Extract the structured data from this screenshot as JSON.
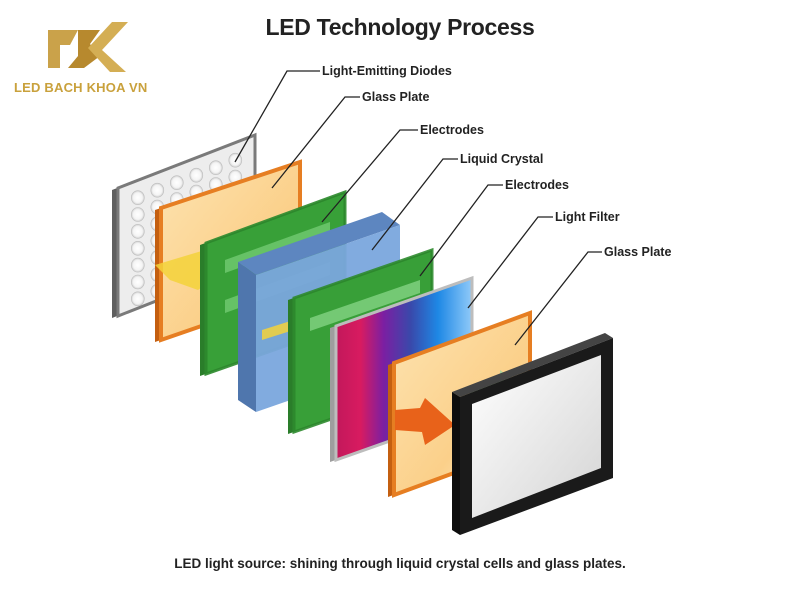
{
  "title": "LED Technology Process",
  "caption": "LED light source: shining through liquid crystal cells and glass plates.",
  "logo": {
    "text": "LED BACH KHOA VN",
    "mark": "BK"
  },
  "labels": [
    "Light-Emitting Diodes",
    "Glass Plate",
    "Electrodes",
    "Liquid Crystal",
    "Electrodes",
    "Light Filter",
    "Glass Plate"
  ],
  "colors": {
    "led_frame": "#8d8d8d",
    "glass_orange": "#e67e22",
    "electrode_green": "#3aa33a",
    "liquid_blue": "#7aa6dd",
    "screen_black": "#1a1a1a",
    "arrow_yellow": "#f3d23a",
    "logo_gold": "#c9a13c"
  }
}
